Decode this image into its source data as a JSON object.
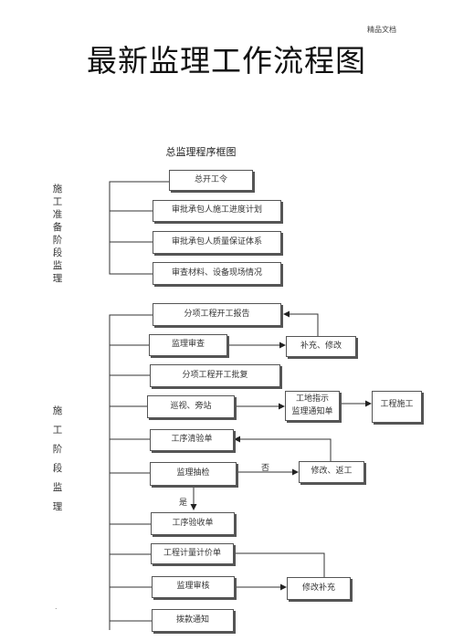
{
  "header": {
    "corner_note": "精品文档",
    "title": "最新监理工作流程图"
  },
  "diagram": {
    "subtitle": "总监理程序框图",
    "phases": {
      "prep": [
        "施",
        "工",
        "准",
        "备",
        "阶",
        "段",
        "监",
        "理"
      ],
      "construction": [
        "施",
        "工",
        "阶",
        "段",
        "监",
        "理"
      ]
    },
    "boxes": {
      "start_order": "总开工令",
      "review_schedule": "审批承包人施工进度计划",
      "review_quality": "审批承包人质量保证体系",
      "check_materials": "审查材料、设备现场情况",
      "subitem_report": "分项工程开工报告",
      "supervision_review": "监理审查",
      "supplement_modify": "补充、修改",
      "subitem_approval": "分项工程开工批复",
      "patrol_station": "巡视、旁站",
      "site_instruction_1": "工地指示",
      "site_instruction_2": "监理通知单",
      "construction": "工程施工",
      "inspection_sheet": "工序清验单",
      "spot_check": "监理抽检",
      "modify_rework": "修改、返工",
      "acceptance_sheet": "工序验收单",
      "measurement_sheet": "工程计量计价单",
      "supervision_audit": "监理审核",
      "modify_supplement": "修改补充",
      "payment_notice": "拨款通知"
    },
    "labels": {
      "no": "否",
      "yes": "是"
    },
    "footer_mark": "."
  }
}
